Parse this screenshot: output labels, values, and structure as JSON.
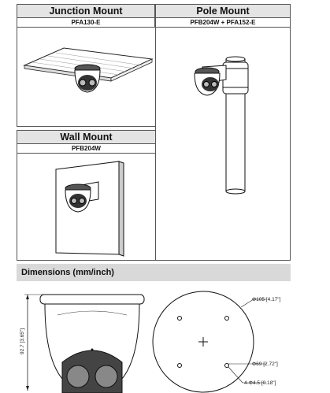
{
  "junction": {
    "title": "Junction Mount",
    "model": "PFA130-E"
  },
  "pole": {
    "title": "Pole Mount",
    "model": "PFB204W + PFA152-E"
  },
  "wall": {
    "title": "Wall Mount",
    "model": "PFB204W"
  },
  "dimensions": {
    "heading": "Dimensions (mm/inch)",
    "height_label": "92.7 [3.65\"]",
    "plate_diameter_label": "Φ105 [4.17\"]",
    "hole_circle_label": "Φ69 [2.72\"]",
    "holes_label": "4-Φ4.5 [0.18\"]"
  }
}
